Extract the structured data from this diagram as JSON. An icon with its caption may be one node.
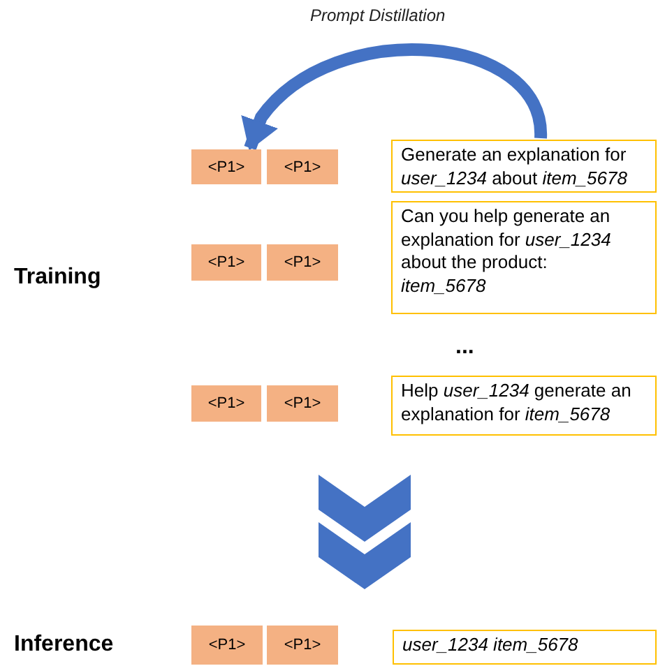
{
  "diagram": {
    "nodes": [
      {
        "text": [
          "<P1>"
        ]
      },
      {
        "text": [
          "<P1>"
        ]
      },
      {
        "text": [
          "Generate an explanation for *user_1234* about *item_5678*"
        ]
      },
      {
        "text": [
          "<P1>"
        ]
      },
      {
        "text": [
          "<P1>"
        ]
      },
      {
        "text": [
          "Can you help generate an explanation for *user_1234* about the product: *item_5678*"
        ]
      },
      {
        "text": [
          "<P1>"
        ]
      },
      {
        "text": [
          "<P1>"
        ]
      },
      {
        "text": [
          "Help *user_1234* generate an explanation for *item_5678*"
        ]
      },
      {
        "text": [
          "<P1>"
        ]
      },
      {
        "text": [
          "<P1>"
        ]
      },
      {
        "text": [
          "user_1234 item_5678"
        ]
      }
    ],
    "edges": [
      {
        "from": 2,
        "to": 0,
        "arrow": "to",
        "label": "Prompt Distillation"
      },
      {
        "from": 8,
        "to": 10,
        "arrow": "to",
        "style": "thick"
      }
    ],
    "labels": [
      "Training",
      "...",
      "Inference"
    ]
  }
}
